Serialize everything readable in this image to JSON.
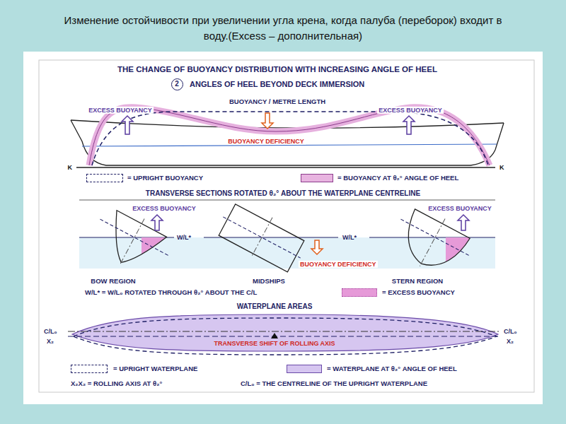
{
  "diagram": {
    "title": "Изменение  остойчивости при  увеличении  угла крена, когда палуба (переборок) входит в воду.(Excess – дополнительная)",
    "nodes": [
      {
        "text": [
          "2"
        ]
      }
    ],
    "labels": [
      "THE CHANGE OF BUOYANCY DISTRIBUTION WITH INCREASING ANGLE OF HEEL",
      "ANGLES OF HEEL BEYOND DECK IMMERSION",
      "BUOYANCY / METRE LENGTH",
      "EXCESS BUOYANCY",
      "EXCESS BUOYANCY",
      "BUOYANCY DEFICIENCY",
      "K",
      "K",
      "TRANSVERSE SECTIONS ROTATED θ₂° ABOUT THE WATERPLANE CENTRELINE",
      "EXCESS BUOYANCY",
      "EXCESS BUOYANCY",
      "W/L*",
      "W/L*",
      "BUOYANCY DEFICIENCY",
      "BOW REGION",
      "MIDSHIPS",
      "STERN REGION",
      "W/L* = W/L₀ ROTATED THROUGH θ₂° ABOUT THE C/L",
      "WATERPLANE AREAS",
      "C/L₀",
      "X₂",
      "C/L₀",
      "X₂",
      "TRANSVERSE SHIFT OF ROLLING AXIS",
      "X₂X₂ = ROLLING AXIS AT θ₂°",
      "C/L₀ = THE CENTRELINE OF THE UPRIGHT WATERPLANE"
    ],
    "legend": [
      {
        "text": "= UPRIGHT BUOYANCY"
      },
      {
        "text": "= BUOYANCY AT θ₂° ANGLE OF HEEL",
        "color": "#e8b4e0"
      },
      {
        "text": "= EXCESS BUOYANCY",
        "color": "#e69ad8"
      },
      {
        "text": "= UPRIGHT WATERPLANE"
      },
      {
        "text": "= WATERPLANE AT θ₂° ANGLE OF HEEL",
        "color": "#d6c6f0"
      }
    ]
  }
}
